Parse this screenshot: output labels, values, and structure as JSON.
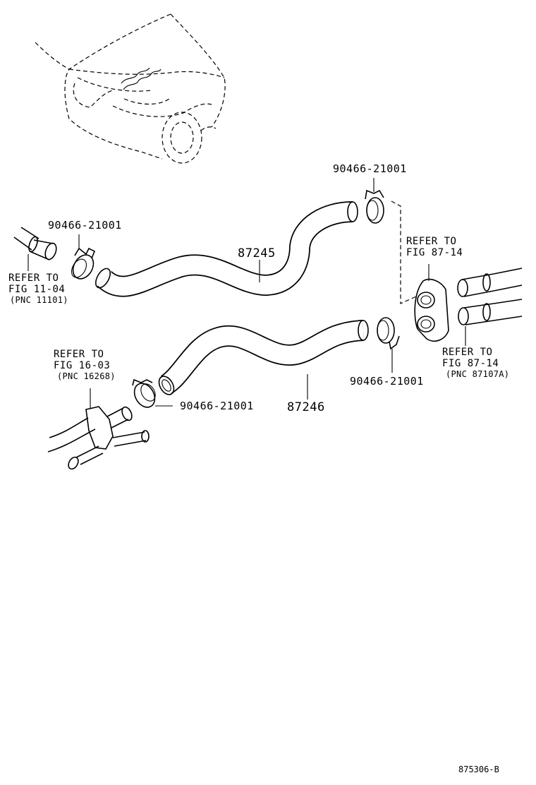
{
  "figure_ref": "875306-B",
  "hoses": [
    {
      "id": "upper",
      "part_number": "87245"
    },
    {
      "id": "lower",
      "part_number": "87246"
    }
  ],
  "clamps": {
    "upper_right": "90466-21001",
    "upper_left": "90466-21001",
    "lower_right": "90466-21001",
    "lower_left": "90466-21001"
  },
  "references": {
    "left_pipe": {
      "line1": "REFER TO",
      "line2": "FIG 11-04",
      "line3": "(PNC 11101)"
    },
    "grommet": {
      "line1": "REFER TO",
      "line2": "FIG 87-14"
    },
    "heater_pipes": {
      "line1": "REFER TO",
      "line2": "FIG 87-14",
      "line3": "(PNC 87107A)"
    },
    "water_valve": {
      "line1": "REFER TO",
      "line2": "FIG 16-03",
      "line3": "(PNC 16268)"
    }
  },
  "icons": [
    "car-location-icon",
    "hose-icon",
    "clamp-icon",
    "grommet-icon",
    "pipe-icon",
    "water-valve-icon"
  ]
}
